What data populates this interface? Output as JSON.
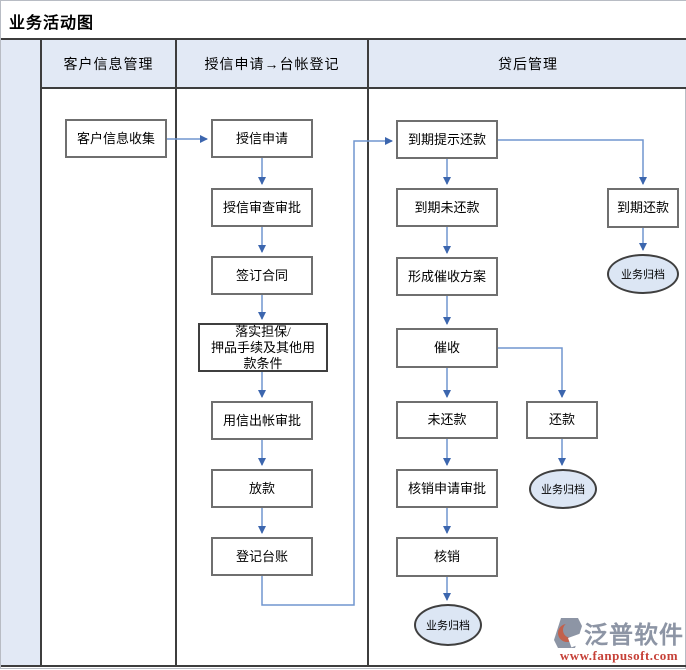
{
  "page": {
    "title": "业务活动图"
  },
  "lanes": {
    "lane1": {
      "label": "客户信息管理"
    },
    "lane2": {
      "label": "授信申请→台帐登记"
    },
    "lane3": {
      "label": "贷后管理"
    }
  },
  "nodes": {
    "collect_info": {
      "label": "客户信息收集"
    },
    "credit_apply": {
      "label": "授信申请"
    },
    "credit_review": {
      "label": "授信审查审批"
    },
    "sign_contract": {
      "label": "签订合同"
    },
    "guarantee": {
      "label": "落实担保/\n押品手续及其他用\n款条件"
    },
    "disbursement_approval": {
      "label": "用信出帐审批"
    },
    "loan_release": {
      "label": "放款"
    },
    "register_ledger": {
      "label": "登记台账"
    },
    "due_reminder": {
      "label": "到期提示还款"
    },
    "overdue_unpaid": {
      "label": "到期未还款"
    },
    "collection_plan": {
      "label": "形成催收方案"
    },
    "collection": {
      "label": "催收"
    },
    "not_repaid": {
      "label": "未还款"
    },
    "repaid": {
      "label": "还款"
    },
    "writeoff_approval": {
      "label": "核销申请审批"
    },
    "writeoff": {
      "label": "核销"
    },
    "due_repayment": {
      "label": "到期还款"
    },
    "archive_top_right": {
      "label": "业务归档"
    },
    "archive_mid_right": {
      "label": "业务归档"
    },
    "archive_bottom": {
      "label": "业务归档"
    }
  },
  "watermark": {
    "brand": "泛普软件",
    "url": "www.fanpusoft.com"
  },
  "colors": {
    "lane_fill": "#e2e9f5",
    "lane_border": "#3d3d3d",
    "node_border": "#6f6f6f",
    "terminator_fill": "#dce6f4",
    "arrow_line": "#7096cf",
    "arrow_head": "#3c66ae",
    "watermark_brand": "#8d95a5",
    "watermark_url": "#c64138"
  }
}
